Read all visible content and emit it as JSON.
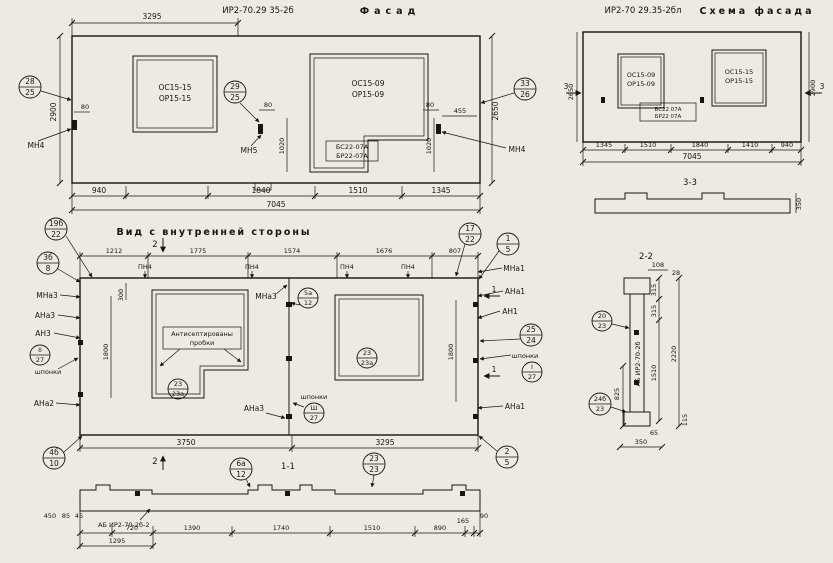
{
  "drawing": {
    "paper_color": "#edeae2",
    "ink_color": "#16150f"
  },
  "facade": {
    "code": "ИР2-70.29 35-2б",
    "title": "Фасад",
    "dim_top": "3295",
    "dim_left": "2900",
    "dim_right": "2650",
    "window_left": [
      "ОС15-15",
      "ОР15-15"
    ],
    "window_right": [
      "ОС15-09",
      "ОР15-09"
    ],
    "block": [
      "БС22-07А",
      "БР22-07А"
    ],
    "callouts": {
      "left": [
        "28",
        "25"
      ],
      "mid": [
        "29",
        "25"
      ],
      "right": [
        "33",
        "26"
      ]
    },
    "anchors": [
      "МН4",
      "МН5",
      "МН4"
    ],
    "dims_80": [
      "80",
      "80",
      "80"
    ],
    "dim_455": "455",
    "dims_1020": [
      "1020",
      "1020"
    ],
    "dims_bottom": [
      "940",
      "1840",
      "1510",
      "1345"
    ],
    "dim_total": "7045"
  },
  "scheme": {
    "code": "ИР2-70 29.35-2бл",
    "title": "Схема фасада",
    "window_left": [
      "ОС15-09",
      "ОР15-09"
    ],
    "window_right": [
      "ОС15-15",
      "ОР15-15"
    ],
    "block": [
      "БС22 07А",
      "БР22 07А"
    ],
    "dim_left": "2650",
    "dim_right": "2900",
    "section_mark": "3",
    "dims_bottom": [
      "1345",
      "1510",
      "1840",
      "1410",
      "940"
    ],
    "dim_total": "7045",
    "section_title": "3-3",
    "section_dim": "350"
  },
  "inner": {
    "title": "Вид с внутренней стороны",
    "section_mark": "2",
    "dims_top": [
      "1212",
      "1775",
      "1574",
      "1676",
      "807"
    ],
    "plate_labels": [
      "ПН4",
      "ПН4",
      "ПН4",
      "ПН4"
    ],
    "left": {
      "callout_19b": [
        "19б",
        "22"
      ],
      "callout_3b": [
        "3б",
        "8"
      ],
      "mna3": "МНа3",
      "ana3": "АНа3",
      "an3": "АН3",
      "callout_ii": [
        "II",
        "27"
      ],
      "shponki": "шпонки",
      "ana2": "АНа2",
      "callout_4b": [
        "4б",
        "10"
      ]
    },
    "mid": {
      "mna3": "МНа3",
      "callout_5a": [
        "5а",
        "12"
      ],
      "ana3": "АНа3",
      "shponki": "шпонки",
      "callout_iii": [
        "Ш",
        "27"
      ],
      "callout_23a": [
        "23",
        "23а"
      ],
      "note": [
        "Антисептированы",
        "пробки"
      ]
    },
    "right": {
      "callout_17": [
        "17",
        "22"
      ],
      "callout_1": [
        "1",
        "5"
      ],
      "mna1": "МНа1",
      "ana1": "АНа1",
      "an1": "АН1",
      "callout_25": [
        "25",
        "24"
      ],
      "shponki": "шпонки",
      "callout_i": [
        "I",
        "27"
      ],
      "ana1b": "АНа1",
      "callout_2": [
        "2",
        "5"
      ],
      "section_mark": "1"
    },
    "window_callout": [
      "23",
      "23а"
    ],
    "dim_300": "300",
    "dim_1800_left": "1800",
    "dim_1800_right": "1800",
    "dims_bottom": [
      "3750",
      "3295"
    ],
    "callout_6a": [
      "6а",
      "12"
    ],
    "callout_23": [
      "23",
      "23"
    ]
  },
  "sec11": {
    "title": "1-1",
    "dims_left": [
      "450",
      "85",
      "45"
    ],
    "label": "АБ ИР2-70-2б-2",
    "dims_bottom": [
      "720",
      "1390",
      "1740",
      "1510",
      "890"
    ],
    "dim_165": "165",
    "dim_90": "90",
    "dim_1295": "1295"
  },
  "sec22": {
    "title": "2-2",
    "dim_108": "108",
    "dim_28": "28",
    "dims_315": [
      "315",
      "315"
    ],
    "dim_1510": "1510",
    "dim_2220": "2220",
    "dim_825": "825",
    "label": "АБ ИР2-70-2б",
    "callout_20": [
      "20",
      "23"
    ],
    "callout_24b": [
      "24б",
      "23"
    ],
    "dim_65": "65",
    "dim_115": "115",
    "dim_350": "350"
  }
}
